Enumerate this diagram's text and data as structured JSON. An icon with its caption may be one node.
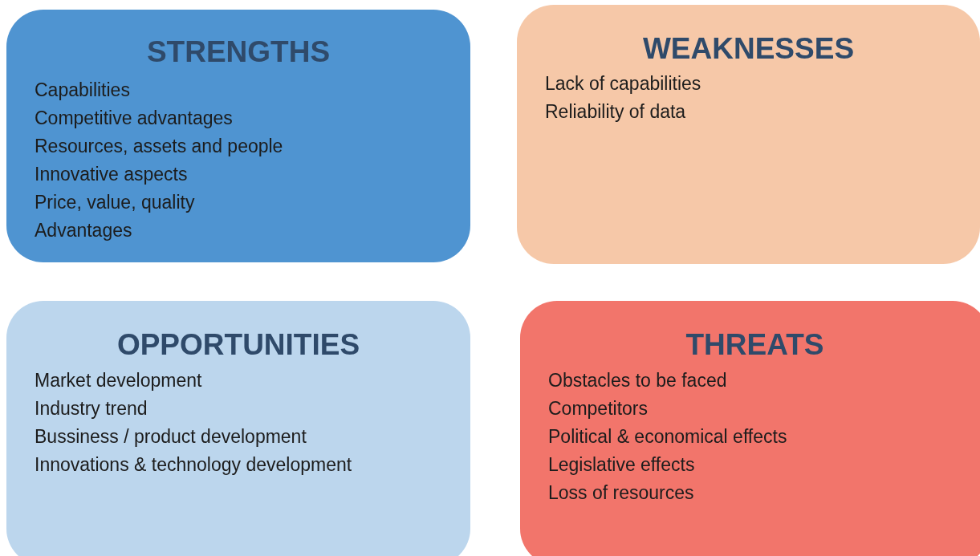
{
  "diagram": {
    "nodes": [
      {
        "text": [
          "STRENGTHS",
          "Capabilities",
          "Competitive advantages",
          "Resources, assets and people",
          "Innovative aspects",
          "Price, value, quality",
          "Advantages"
        ]
      },
      {
        "text": [
          "WEAKNESSES",
          "Lack of capabilities",
          "Reliability of data"
        ]
      },
      {
        "text": [
          "OPPORTUNITIES",
          "Market development",
          "Industry trend",
          "Bussiness / product development",
          "Innovations & technology development"
        ]
      },
      {
        "text": [
          "THREATS",
          "Obstacles to be faced",
          "Competitors",
          "Political & economical effects",
          "Legislative effects",
          "Loss of resources"
        ]
      }
    ]
  }
}
